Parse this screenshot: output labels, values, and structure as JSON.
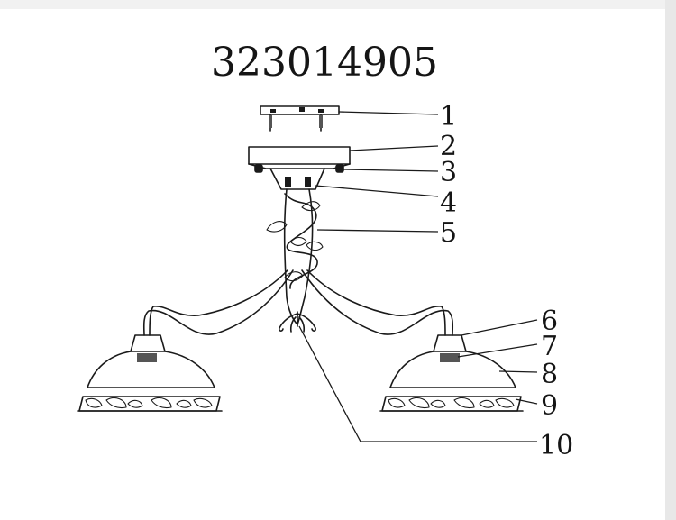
{
  "title": "323014905",
  "callouts": [
    {
      "number": "1"
    },
    {
      "number": "2"
    },
    {
      "number": "3"
    },
    {
      "number": "4"
    },
    {
      "number": "5"
    },
    {
      "number": "6"
    },
    {
      "number": "7"
    },
    {
      "number": "8"
    },
    {
      "number": "9"
    },
    {
      "number": "10"
    }
  ],
  "colors": {
    "ink": "#1a1a1a",
    "paper": "#ffffff"
  }
}
